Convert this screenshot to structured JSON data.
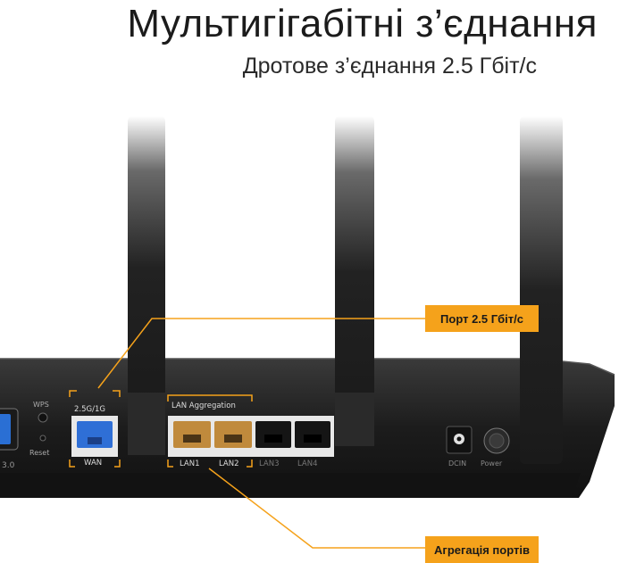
{
  "header": {
    "title": "Мультигігабітні з’єднання",
    "subtitle": "Дротове з’єднання 2.5 Гбіт/с"
  },
  "callouts": {
    "port": "Порт 2.5 Гбіт/с",
    "aggregation": "Агрегація портів"
  },
  "router": {
    "usb_label": "3.0",
    "wps_label": "WPS",
    "reset_label": "Reset",
    "wan_speed_label": "2.5G/1G",
    "wan_label": "WAN",
    "lan_aggregation_label": "LAN Aggregation",
    "lan1_label": "LAN1",
    "lan2_label": "LAN2",
    "lan3_label": "LAN3",
    "lan4_label": "LAN4",
    "dcin_label": "DCIN",
    "power_label": "Power"
  },
  "colors": {
    "accent": "#f5a21b",
    "body": "#1e1e1e",
    "wan_port": "#2f6fd6",
    "agg_port": "#c08a3c",
    "usb": "#2a6fd4"
  }
}
